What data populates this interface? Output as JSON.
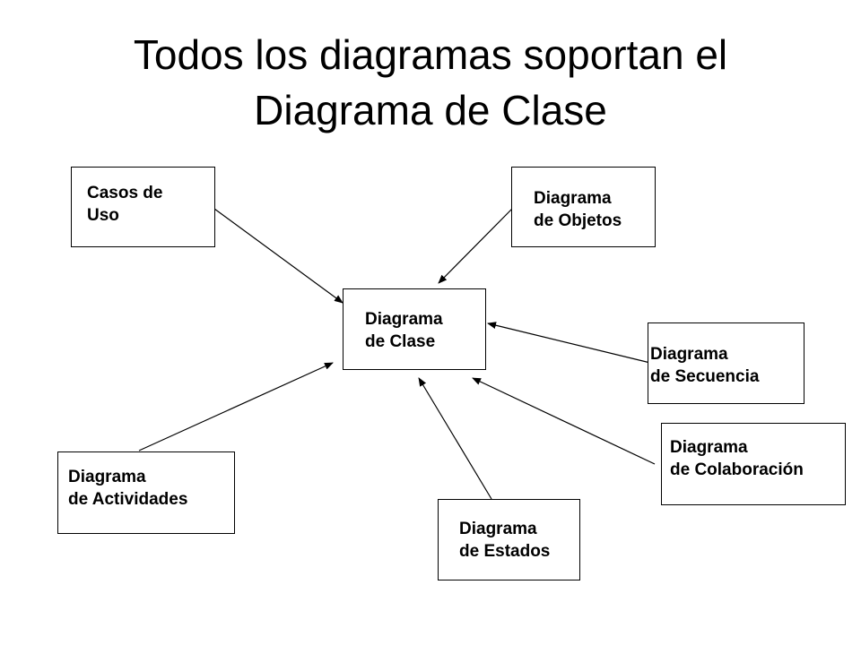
{
  "title": {
    "line1": "Todos los diagramas soportan el",
    "line2": "Diagrama de Clase"
  },
  "nodes": {
    "clase": {
      "line1": "Diagrama",
      "line2": "de Clase"
    },
    "casos_uso": {
      "line1": "Casos de",
      "line2": "Uso"
    },
    "objetos": {
      "line1": "Diagrama",
      "line2": "de Objetos"
    },
    "secuencia": {
      "line1": "Diagrama",
      "line2": "de Secuencia"
    },
    "colaboracion": {
      "line1": "Diagrama",
      "line2": "de Colaboración"
    },
    "estados": {
      "line1": "Diagrama",
      "line2": "de Estados"
    },
    "actividades": {
      "line1": "Diagrama",
      "line2": "de Actividades"
    }
  },
  "edges": [
    {
      "from": "casos_uso",
      "to": "clase"
    },
    {
      "from": "objetos",
      "to": "clase"
    },
    {
      "from": "secuencia",
      "to": "clase"
    },
    {
      "from": "colaboracion",
      "to": "clase"
    },
    {
      "from": "estados",
      "to": "clase"
    },
    {
      "from": "actividades",
      "to": "clase"
    }
  ]
}
